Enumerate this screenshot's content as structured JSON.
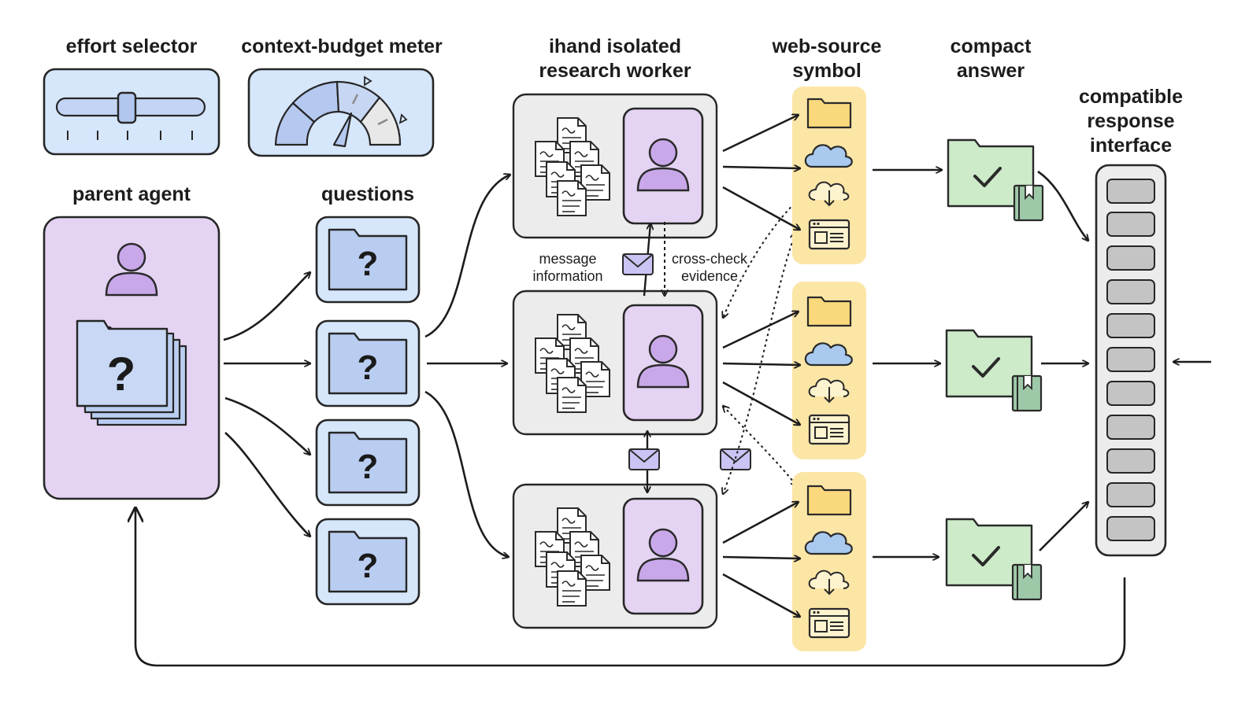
{
  "labels": {
    "effort_selector": "effort selector",
    "context_budget_meter": "context-budget meter",
    "isolated_worker": [
      "ihand isolated",
      "research worker"
    ],
    "web_source_symbol": [
      "web-source",
      "symbol"
    ],
    "compact_answer": [
      "compact",
      "answer"
    ],
    "compatible_interface": [
      "compatible",
      "response",
      "interface"
    ],
    "parent_agent": "parent agent",
    "questions": "questions",
    "message_information": [
      "message",
      "information"
    ],
    "cross_check_evidence": [
      "cross-check",
      "evidence"
    ]
  },
  "glyphs": {
    "question": "?"
  },
  "colors": {
    "blue_fill": "#d6e6fb",
    "blue_mid": "#b9cdf0",
    "purple_fill": "#e4d3f3",
    "purple_icon": "#c9a8ea",
    "gray_fill": "#ececec",
    "yellow_fill": "#fbe6a6",
    "folder_yellow": "#fad97c",
    "cloud_blue": "#a9c9ef",
    "green_fill": "#cdebc9",
    "stroke": "#262626"
  },
  "icons": [
    "slider-icon",
    "gauge-icon",
    "person-icon",
    "folder-stack-icon",
    "question-folder-icon",
    "documents-icon",
    "envelope-icon",
    "folder-icon",
    "cloud-icon",
    "cloud-download-icon",
    "browser-window-icon",
    "check-folder-icon",
    "book-icon",
    "stacked-slots-icon"
  ]
}
